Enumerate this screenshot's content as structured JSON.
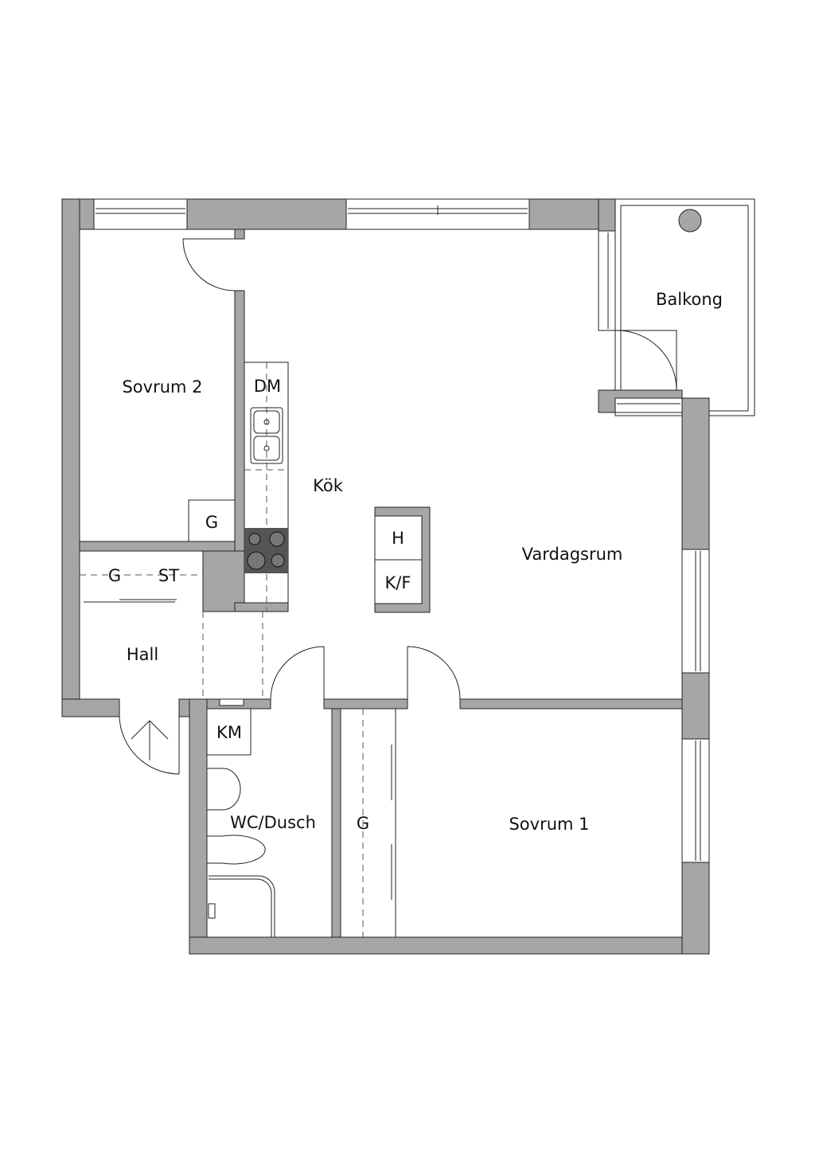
{
  "rooms": {
    "sovrum2": "Sovrum 2",
    "kok": "Kök",
    "vardagsrum": "Vardagsrum",
    "balkong": "Balkong",
    "hall": "Hall",
    "wc": "WC/Dusch",
    "sovrum1": "Sovrum 1"
  },
  "fixtures": {
    "dm": "DM",
    "g_sovrum2": "G",
    "g_hall": "G",
    "st_hall": "ST",
    "h": "H",
    "kf": "K/F",
    "km": "KM",
    "g_sovrum1": "G"
  },
  "colors": {
    "wall": "#a6a6a6",
    "stove": "#555555"
  }
}
